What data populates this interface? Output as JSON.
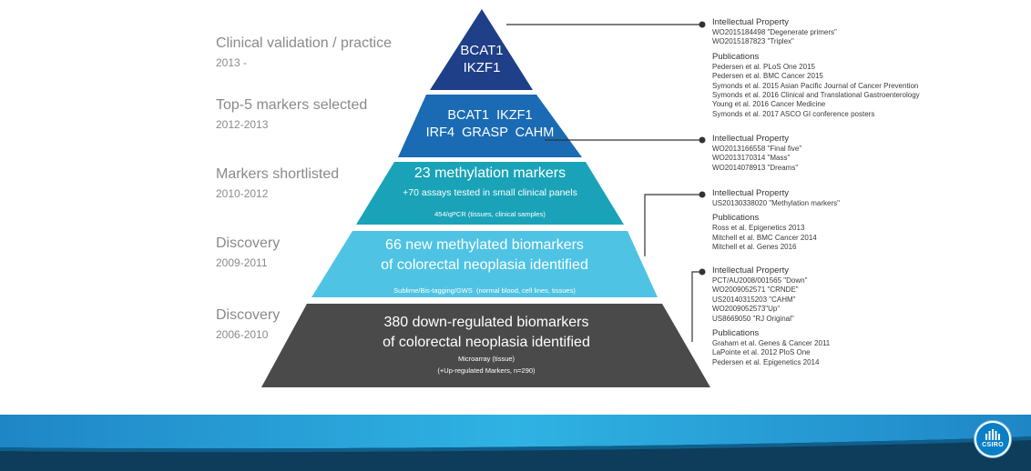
{
  "stages": [
    {
      "title": "Clinical validation / practice",
      "years": "2013 -"
    },
    {
      "title": "Top-5 markers selected",
      "years": "2012-2013"
    },
    {
      "title": "Markers shortlisted",
      "years": "2010-2012"
    },
    {
      "title": "Discovery",
      "years": "2009-2011"
    },
    {
      "title": "Discovery",
      "years": "2006-2010"
    }
  ],
  "tiers": [
    {
      "color": "#1f3f88",
      "lines": [
        "BCAT1",
        "IKZF1"
      ]
    },
    {
      "color": "#1a6bb3",
      "lines": [
        "BCAT1  IKZF1",
        "IRF4  GRASP  CAHM"
      ]
    },
    {
      "color": "#1aa3b8",
      "lines": [
        "23 methylation markers",
        "+70 assays tested in small clinical panels",
        "454/qPCR (tissues, clinical samples)"
      ]
    },
    {
      "color": "#4fc3e3",
      "lines": [
        "66 new methylated biomarkers",
        "of colorectal neoplasia identified",
        "Sublime/Bis-tagging/GWS  (normal blood, cell lines, tissues)"
      ]
    },
    {
      "color": "#4a4a4a",
      "lines": [
        "380 down-regulated biomarkers",
        "of colorectal neoplasia identified",
        "Microarray (tissue)",
        "(+Up-regulated Markers, n=290)"
      ]
    }
  ],
  "annotations": [
    {
      "ip_heading": "Intellectual Property",
      "ip_items": [
        "WO2015184498 \"Degenerate primers\"",
        "WO2015187823 \"Triplex\""
      ],
      "pub_heading": "Publications",
      "pub_items": [
        "Pedersen et al. PLoS One 2015",
        "Pedersen et al. BMC Cancer 2015",
        "Symonds et al. 2015 Asian Pacific Journal of Cancer Prevention",
        "Symonds et al. 2016 Clinical and Translational Gastroenterology",
        "Young et al. 2016 Cancer Medicine",
        "Symonds et al. 2017 ASCO GI conference posters"
      ]
    },
    {
      "ip_heading": "Intellectual Property",
      "ip_items": [
        "WO2013166558 \"Final five\"",
        "WO2013170314 \"Mass\"",
        "WO2014078913 \"Dreams\""
      ],
      "pub_heading": "",
      "pub_items": []
    },
    {
      "ip_heading": "Intellectual Property",
      "ip_items": [
        "US20130338020 \"Methylation markers\""
      ],
      "pub_heading": "Publications",
      "pub_items": [
        "Ross et al. Epigenetics 2013",
        "Mitchell et al. BMC Cancer 2014",
        "Mitchell et al. Genes 2016"
      ]
    },
    {
      "ip_heading": "Intellectual Property",
      "ip_items": [
        "PCT/AU2008/001565 \"Down\"",
        "WO2009052571 \"CRNDE\"",
        "US20140315203  \"CAHM\"",
        "WO2009052573\"Up\"",
        "US8669050 \"RJ Original\""
      ],
      "pub_heading": "Publications",
      "pub_items": [
        "Graham et al. Genes & Cancer 2011",
        "LaPointe et al. 2012 PloS One",
        "Pedersen et al. Epigenetics 2014"
      ]
    }
  ],
  "logo_text": "CSIRO"
}
